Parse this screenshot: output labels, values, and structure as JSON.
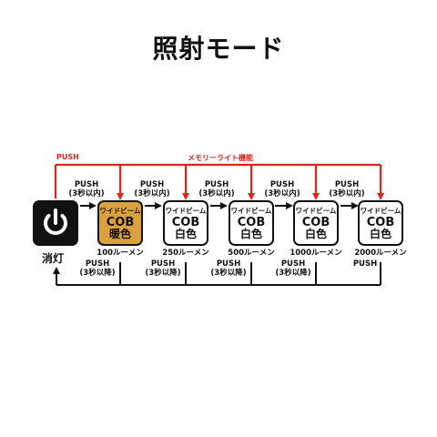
{
  "title": "照射モード",
  "off_label": "消灯",
  "red_push_label": "PUSH",
  "memory_label": "メモリーライト機能",
  "push_label": "PUSH",
  "press_short": "(3秒以内)",
  "press_long": "(3秒以降)",
  "modes": [
    {
      "beam": "ワイドビーム",
      "type": "COB",
      "color": "暖色",
      "lumen": "100ルーメン",
      "fill": "#d9a23c"
    },
    {
      "beam": "ワイドビーム",
      "type": "COB",
      "color": "白色",
      "lumen": "250ルーメン",
      "fill": "#ffffff"
    },
    {
      "beam": "ワイドビーム",
      "type": "COB",
      "color": "白色",
      "lumen": "500ルーメン",
      "fill": "#ffffff"
    },
    {
      "beam": "ワイドビーム",
      "type": "COB",
      "color": "白色",
      "lumen": "1000ルーメン",
      "fill": "#ffffff"
    },
    {
      "beam": "ワイドビーム",
      "type": "COB",
      "color": "白色",
      "lumen": "2000ルーメン",
      "fill": "#ffffff"
    }
  ],
  "colors": {
    "accent_red": "#e32219",
    "warm": "#d9a23c",
    "ink": "#111111"
  }
}
